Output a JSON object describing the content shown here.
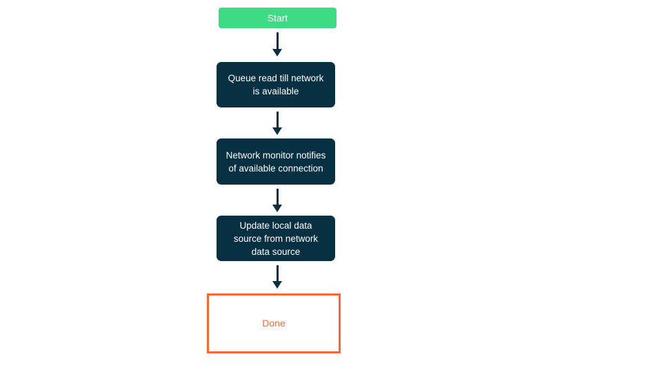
{
  "diagram": {
    "type": "flowchart",
    "direction": "top-down",
    "title": "",
    "nodes": [
      {
        "id": "start",
        "kind": "start",
        "label": "Start"
      },
      {
        "id": "step1",
        "kind": "process",
        "label": "Queue read till network is available"
      },
      {
        "id": "step2",
        "kind": "process",
        "label": "Network monitor notifies of available connection"
      },
      {
        "id": "step3",
        "kind": "process",
        "label": "Update local data source from network data source"
      },
      {
        "id": "done",
        "kind": "terminal",
        "label": "Done"
      }
    ],
    "edges": [
      {
        "from": "start",
        "to": "step1"
      },
      {
        "from": "step1",
        "to": "step2"
      },
      {
        "from": "step2",
        "to": "step3"
      },
      {
        "from": "step3",
        "to": "done"
      }
    ],
    "colors": {
      "start_fill": "#3ddc84",
      "process_fill": "#073042",
      "terminal_border": "#f86734",
      "terminal_text": "#f86734",
      "node_text": "#ffffff",
      "arrow": "#073042",
      "background": "#ffffff"
    }
  }
}
